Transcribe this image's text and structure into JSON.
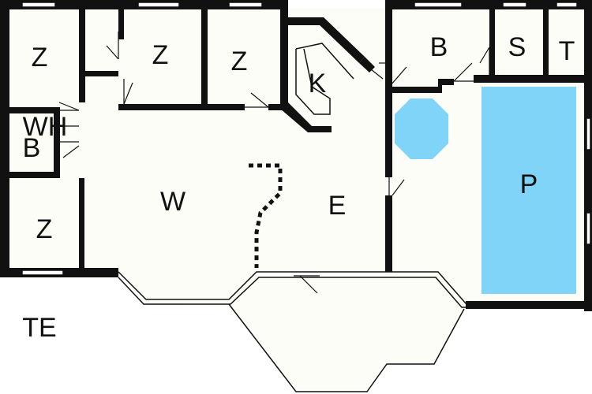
{
  "plan": {
    "rooms": {
      "bedroom_1": "Z",
      "bedroom_2": "Z",
      "bedroom_3": "Z",
      "bedroom_4": "Z",
      "utility": "WH",
      "bathroom_left": "B",
      "kitchen": "K",
      "living": "W",
      "dining": "E",
      "bathroom_right": "B",
      "sauna": "S",
      "toilet": "T",
      "pool": "P",
      "terrace": "TE"
    },
    "colors": {
      "pool": "#7fd4f7",
      "walls": "#111111",
      "floor": "#fdfdf8"
    }
  }
}
